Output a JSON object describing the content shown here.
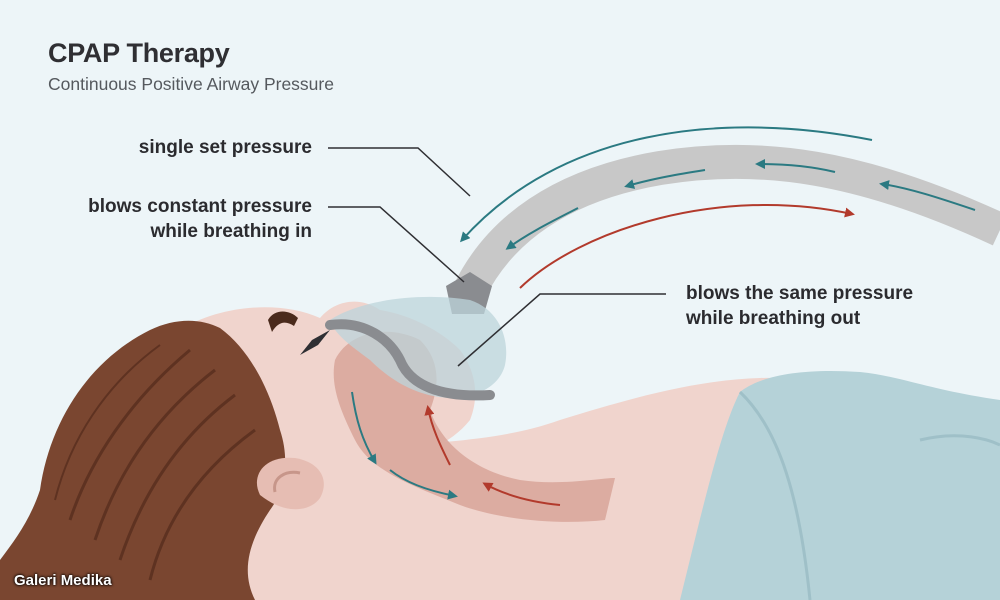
{
  "title": "CPAP Therapy",
  "subtitle": "Continuous Positive Airway Pressure",
  "labels": {
    "single_set_pressure": "single set pressure",
    "inhale_line1": "blows constant pressure",
    "inhale_line2": "while breathing in",
    "exhale_line1": "blows the same pressure",
    "exhale_line2": "while breathing out"
  },
  "watermark": "Galeri Medika",
  "colors": {
    "background": "#edf5f8",
    "skin": "#f0d4cd",
    "hair": "#7a4630",
    "hose": "#c8c8c8",
    "mask": "#bcd4db",
    "blanket": "#b5d2d8",
    "airway": "#d9a79c",
    "inhale_arrow": "#2b7a82",
    "exhale_arrow": "#b23a2c"
  }
}
